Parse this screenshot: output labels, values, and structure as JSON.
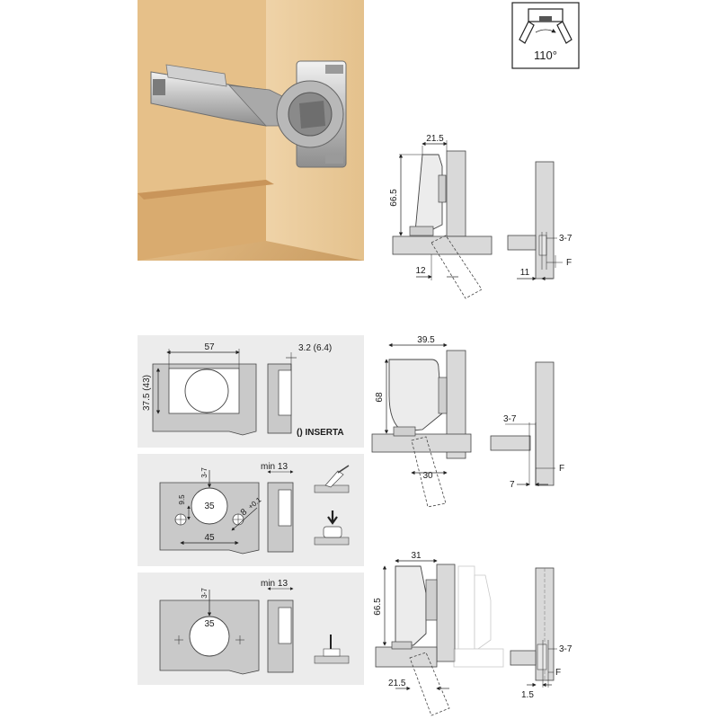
{
  "opening_angle": "110°",
  "side_view_1": {
    "dim_width": "21.5",
    "dim_height": "66.5",
    "dim_bottom": "12"
  },
  "front_view_1": {
    "dim_gap": "3-7",
    "dim_bottom": "11",
    "label_f": "F"
  },
  "drill_panel_1": {
    "dim_width": "57",
    "dim_height": "37.5 (43)",
    "dim_depth": "3.2 (6.4)",
    "brand_note": "() INSERTA"
  },
  "drill_panel_2": {
    "dim_min": "min 13",
    "dim_offset": "3-7",
    "dim_diameter": "35",
    "dim_spacing": "9.5",
    "dim_width": "45",
    "dim_small_diameter": "8",
    "dim_small_sub": "+0.1"
  },
  "drill_panel_3": {
    "dim_min": "min 13",
    "dim_offset": "3-7",
    "dim_diameter": "35"
  },
  "side_view_2": {
    "dim_width": "39.5",
    "dim_height": "68",
    "dim_bottom": "30"
  },
  "front_view_2": {
    "dim_gap": "3-7",
    "dim_bottom": "7",
    "label_f": "F"
  },
  "side_view_3": {
    "dim_width": "31",
    "dim_height": "66.5",
    "dim_bottom": "21.5"
  },
  "front_view_3": {
    "dim_gap": "3-7",
    "dim_bottom": "1.5",
    "label_f": "F"
  }
}
